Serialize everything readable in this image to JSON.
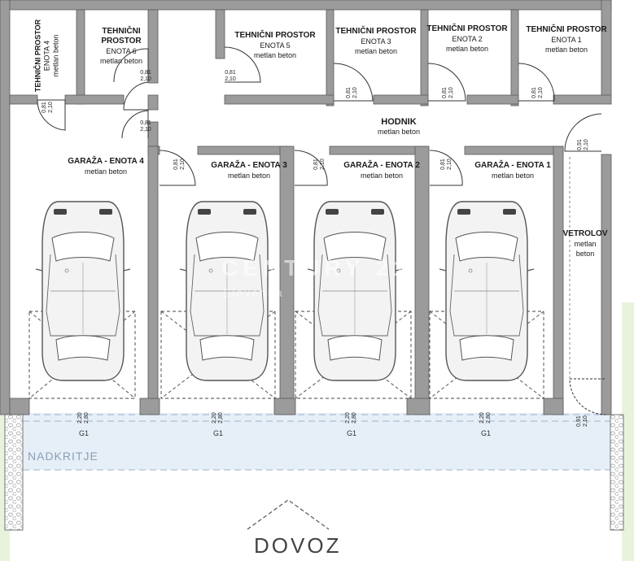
{
  "rooms": {
    "tech4": {
      "title": "TEHNIČNI PROSTOR",
      "unit": "ENOTA 4",
      "floor": "metlan beton"
    },
    "tech6": {
      "title": "TEHNIČNI PROSTOR",
      "unit": "ENOTA 6",
      "floor": "metlan beton"
    },
    "tech5": {
      "title": "TEHNIČNI PROSTOR",
      "unit": "ENOTA 5",
      "floor": "metlan beton"
    },
    "tech3": {
      "title": "TEHNIČNI PROSTOR",
      "unit": "ENOTA 3",
      "floor": "metlan beton"
    },
    "tech2": {
      "title": "TEHNIČNI PROSTOR",
      "unit": "ENOTA 2",
      "floor": "metlan beton"
    },
    "tech1": {
      "title": "TEHNIČNI PROSTOR",
      "unit": "ENOTA 1",
      "floor": "metlan beton"
    },
    "hodnik": {
      "title": "HODNIK",
      "floor": "metlan beton"
    },
    "garage4": {
      "title": "GARAŽA - ENOTA 4",
      "floor": "metlan beton"
    },
    "garage3": {
      "title": "GARAŽA - ENOTA 3",
      "floor": "metlan beton"
    },
    "garage2": {
      "title": "GARAŽA - ENOTA 2",
      "floor": "metlan beton"
    },
    "garage1": {
      "title": "GARAŽA - ENOTA 1",
      "floor": "metlan beton"
    },
    "vetrolov": {
      "title": "VETROLOV",
      "floor1": "metlan",
      "floor2": "beton"
    }
  },
  "doors": {
    "width": "0,81",
    "height": "2,10",
    "vetrolov_width": "0,91"
  },
  "garage_doors": {
    "width": "2,20",
    "height": "2,80",
    "code": "G1"
  },
  "canopy_label": "NADKRITJE",
  "entrance_label": "DOVOZ",
  "watermark": {
    "line1": "CENTURY 21",
    "line2": "Slovenija"
  },
  "colors": {
    "wall": "#9b9b9b",
    "wall_dark": "#6f6f6f",
    "canopy": "#e6eef7",
    "grass": "#e8f3dc",
    "label_canopy": "#8aa0b6",
    "car_body": "#f2f2f2",
    "car_line": "#555555"
  }
}
